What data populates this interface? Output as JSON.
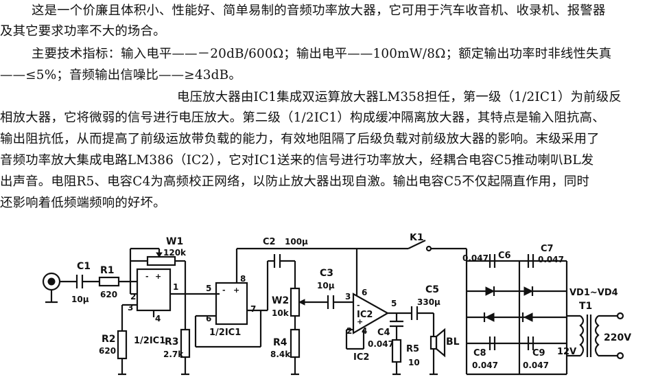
{
  "paragraphs": [
    "这是一个价廉且体积小、性能好、简单易制的音频功率放大器，它可用于汽车收音机、收录机、报警器",
    "及其它要求功率不大的场合。",
    "主要技术指标：输入电平——－20dB/600Ω；输出电平——100mW/8Ω；额定输出功率时非线性失真",
    "——≤5%；音频输出信噪比——≥43dB。",
    "电压放大器由IC1集成双运算放大器LM358担任，第一级（1/2IC1）为前级反",
    "相放大器，它将微弱的信号进行电压放大。第二级（1/2IC1）构成缓冲隔离放大器，其特点是输入阻抗高、",
    "输出阻抗低，从而提高了前级运放带负载的能力，有效地阻隔了后级负载对前级放大器的影响。末级采用了",
    "音频功率放大集成电路LM386（IC2），它对IC1送来的信号进行功率放大，经耦合电容C5推动喇叭BL发",
    "出声音。电阻R5、电容C4为高频校正网络，以防止放大器出现自激。输出电容C5不仅起隔直作用，同时",
    "还影响着低频端频响的好坏。"
  ],
  "labels": {
    "C1": "C1",
    "C1_val": "10μ",
    "R1": "R1",
    "R1_val": "620",
    "R2": "R2",
    "R2_val": "620",
    "W1": "W1",
    "W1_val": "120k",
    "IC1a": "1/2IC1",
    "IC1b": "1/2IC1",
    "R3": "R3",
    "R3_val": "2.7k",
    "C2": "C2",
    "C2_val": "100μ",
    "W2": "W2",
    "W2_val": "10k",
    "R4": "R4",
    "R4_val": "8.4k",
    "C3": "C3",
    "C3_val": "10μ",
    "IC2_in": "IC2",
    "IC2_lbl": "IC2",
    "C4": "C4",
    "C4_val": "0.047",
    "R5": "R5",
    "R5_val": "10",
    "C5": "C5",
    "C5_val": "330μ",
    "BL": "BL",
    "K1": "K1",
    "C6": "C6",
    "C6_val": "0.047",
    "C7": "C7",
    "C7_val": "0.047",
    "C8": "C8",
    "C8_val": "0.047",
    "C9": "C9",
    "C9_val": "0.047",
    "VD": "VD1~VD4",
    "T1": "T1",
    "V12": "12V",
    "V220": "220V",
    "pin1": "1",
    "pin2": "2",
    "pin3": "3",
    "pin4": "4",
    "pin5": "5",
    "pin6": "6",
    "pin7": "7",
    "pin8": "8",
    "pin6b": "6",
    "pin3b": "3",
    "pin2b": "2",
    "pin4b": "4",
    "pin5b": "5"
  }
}
